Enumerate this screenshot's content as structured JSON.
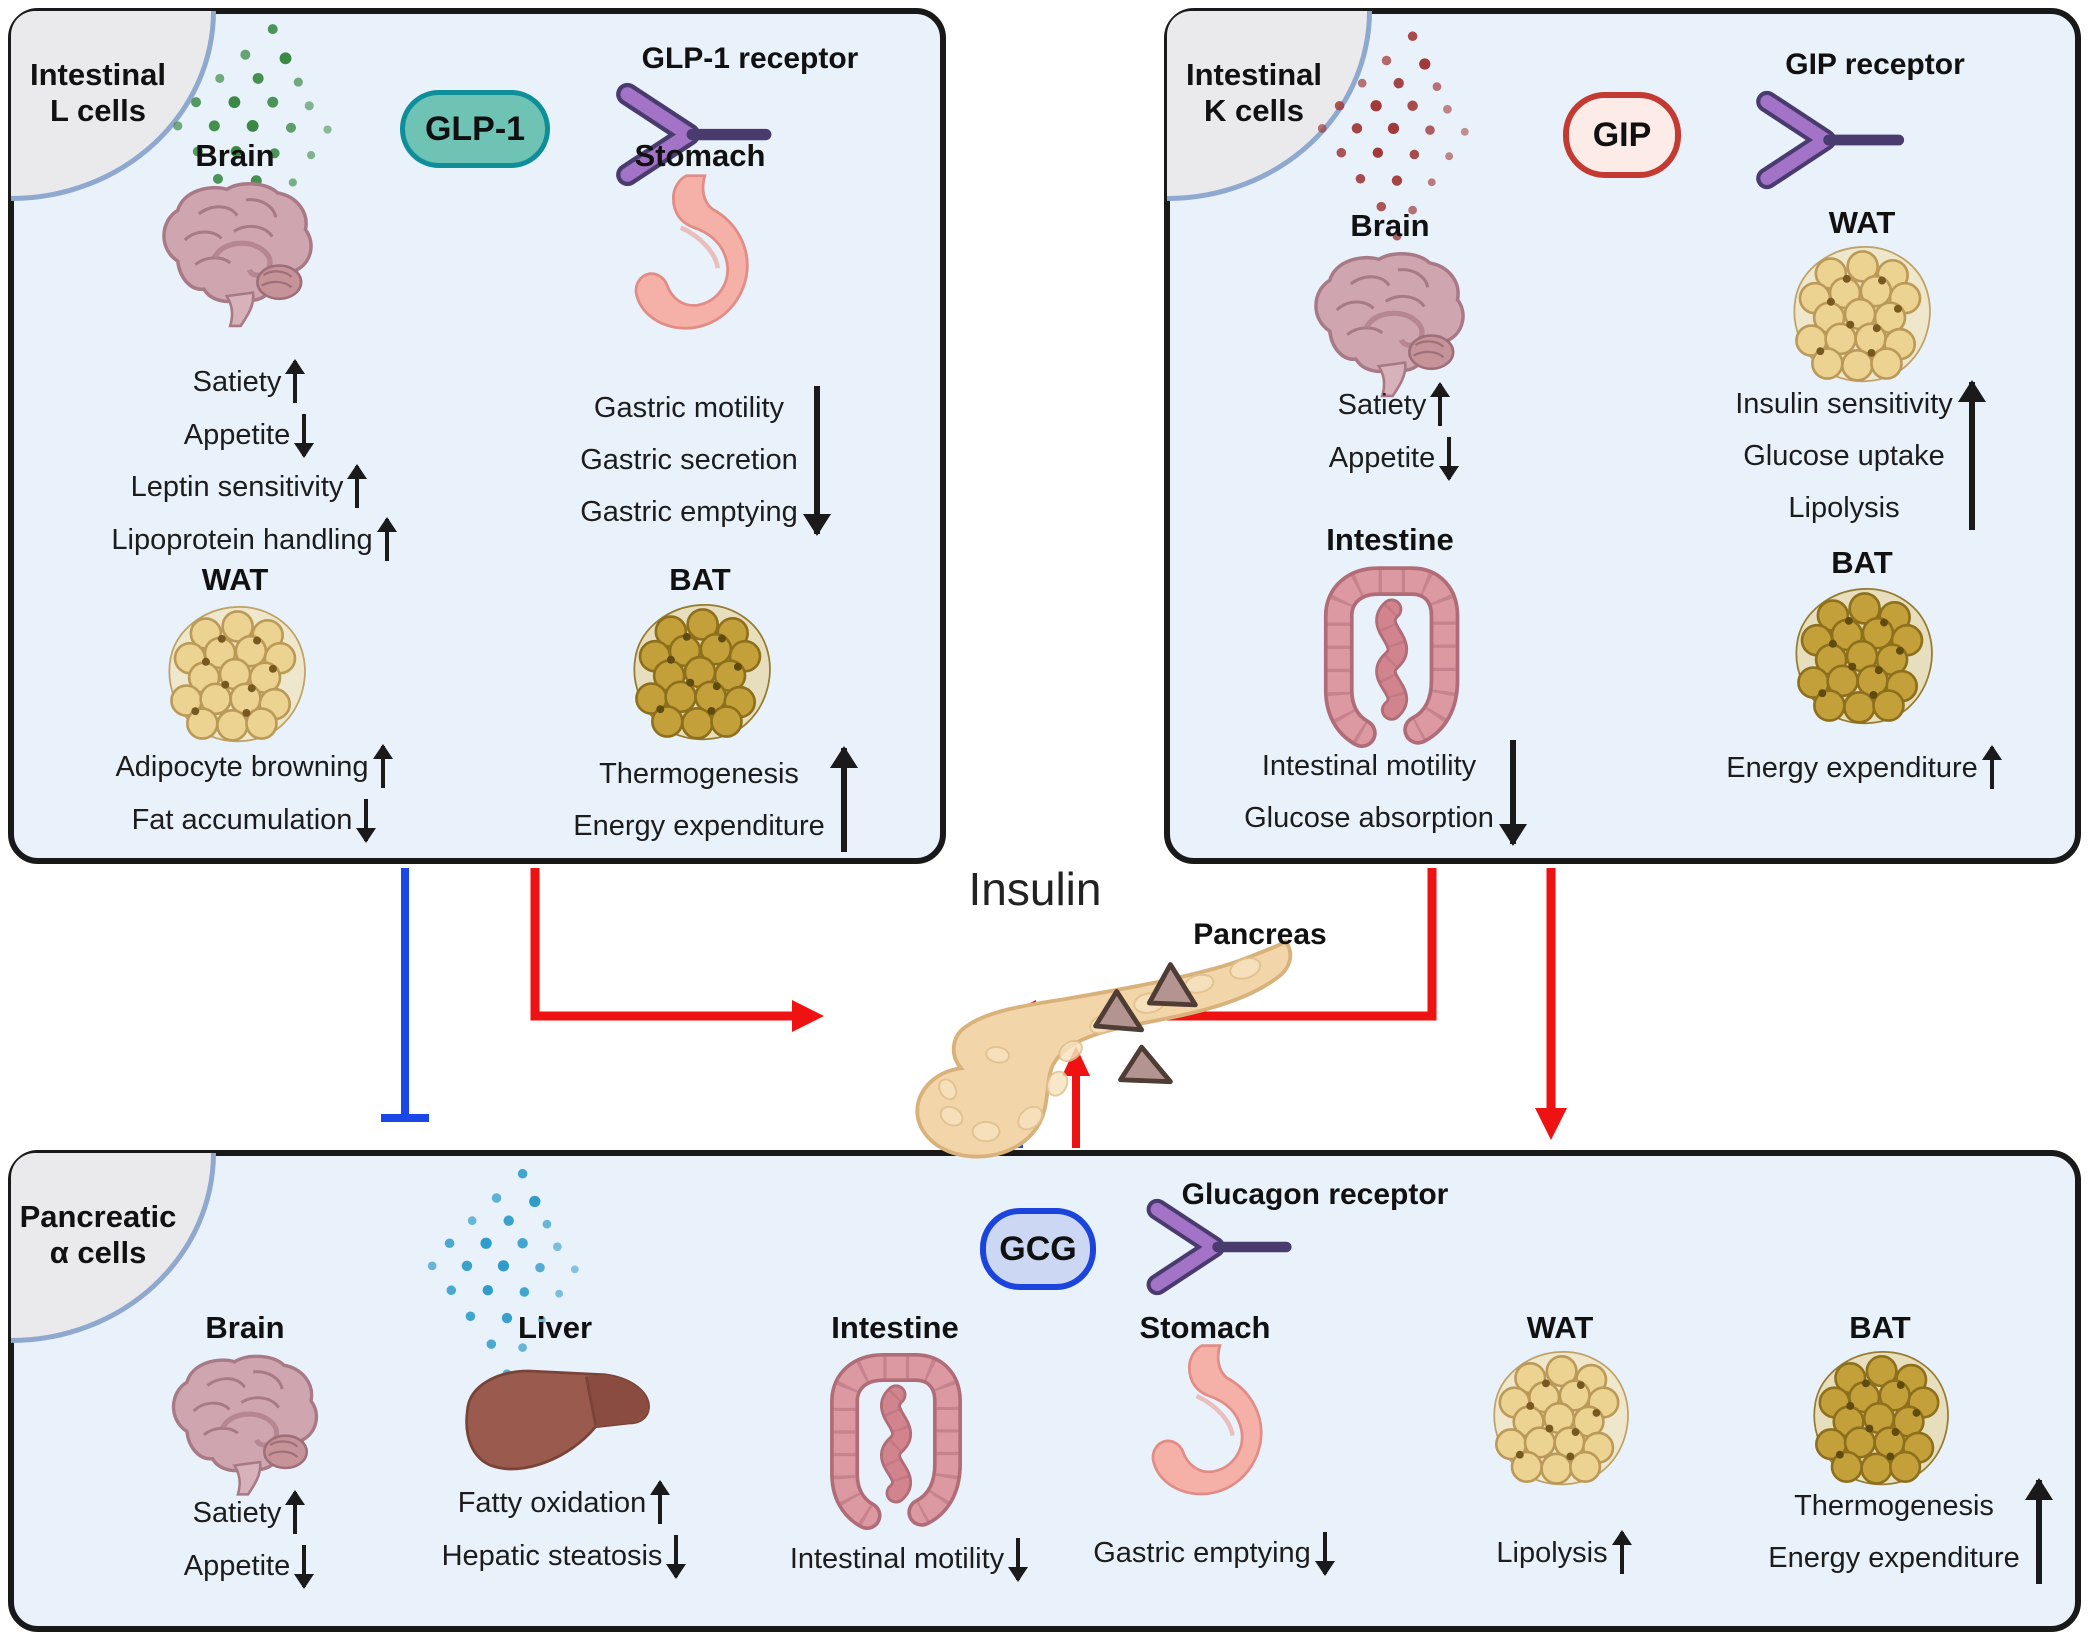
{
  "panels": {
    "glp1": {
      "badge": {
        "line1": "Intestinal",
        "line2": "L cells"
      },
      "hormone_label": "GLP-1",
      "receptor_label": "GLP-1 receptor",
      "brain": {
        "title": "Brain",
        "effects": [
          {
            "label": "Satiety",
            "dir": "up"
          },
          {
            "label": "Appetite",
            "dir": "down"
          },
          {
            "label": "Leptin sensitivity",
            "dir": "up"
          },
          {
            "label": "Lipoprotein handling",
            "dir": "up"
          }
        ]
      },
      "stomach": {
        "title": "Stomach",
        "labels": [
          "Gastric motility",
          "Gastric secretion",
          "Gastric emptying"
        ],
        "group_dir": "down"
      },
      "wat": {
        "title": "WAT",
        "effects": [
          {
            "label": "Adipocyte browning",
            "dir": "up"
          },
          {
            "label": "Fat accumulation",
            "dir": "down"
          }
        ]
      },
      "bat": {
        "title": "BAT",
        "labels": [
          "Thermogenesis",
          "Energy expenditure"
        ],
        "group_dir": "up"
      }
    },
    "gip": {
      "badge": {
        "line1": "Intestinal",
        "line2": "K cells"
      },
      "hormone_label": "GIP",
      "receptor_label": "GIP receptor",
      "brain": {
        "title": "Brain",
        "effects": [
          {
            "label": "Satiety",
            "dir": "up"
          },
          {
            "label": "Appetite",
            "dir": "down"
          }
        ]
      },
      "wat": {
        "title": "WAT",
        "labels": [
          "Insulin sensitivity",
          "Glucose uptake",
          "Lipolysis"
        ],
        "group_dir": "up"
      },
      "intestine": {
        "title": "Intestine",
        "labels": [
          "Intestinal motility",
          "Glucose absorption"
        ],
        "group_dir": "down"
      },
      "bat": {
        "title": "BAT",
        "effects": [
          {
            "label": "Energy expenditure",
            "dir": "up"
          }
        ]
      }
    },
    "gcg": {
      "badge": {
        "line1": "Pancreatic",
        "line2": "α cells"
      },
      "hormone_label": "GCG",
      "receptor_label": "Glucagon receptor",
      "brain": {
        "title": "Brain",
        "effects": [
          {
            "label": "Satiety",
            "dir": "up"
          },
          {
            "label": "Appetite",
            "dir": "down"
          }
        ]
      },
      "liver": {
        "title": "Liver",
        "effects": [
          {
            "label": "Fatty oxidation",
            "dir": "up"
          },
          {
            "label": "Hepatic steatosis",
            "dir": "down"
          }
        ]
      },
      "intestine": {
        "title": "Intestine",
        "effects": [
          {
            "label": "Intestinal motility",
            "dir": "down"
          }
        ]
      },
      "stomach": {
        "title": "Stomach",
        "effects": [
          {
            "label": "Gastric emptying",
            "dir": "down"
          }
        ]
      },
      "wat": {
        "title": "WAT",
        "effects": [
          {
            "label": "Lipolysis",
            "dir": "up"
          }
        ]
      },
      "bat": {
        "title": "BAT",
        "labels": [
          "Thermogenesis",
          "Energy expenditure"
        ],
        "group_dir": "up"
      }
    }
  },
  "middle": {
    "insulin_label": "Insulin",
    "pancreas_label": "Pancreas"
  },
  "connections": [
    {
      "from": "GLP-1 panel",
      "to": "Pancreas (Insulin)",
      "type": "stimulate",
      "color": "#ee1212"
    },
    {
      "from": "GLP-1 panel",
      "to": "GCG panel",
      "type": "inhibit",
      "color": "#1b46e8"
    },
    {
      "from": "GIP panel",
      "to": "Pancreas (Insulin)",
      "type": "stimulate",
      "color": "#ee1212"
    },
    {
      "from": "GIP panel",
      "to": "GCG panel",
      "type": "stimulate",
      "color": "#ee1212"
    },
    {
      "from": "GCG panel",
      "to": "Pancreas (Insulin)",
      "type": "stimulate",
      "color": "#ee1212"
    },
    {
      "from": "GCG panel",
      "to": "Pancreas (Insulin)",
      "type": "inhibit",
      "color": "#1b46e8"
    }
  ],
  "colors": {
    "panel_bg": "#e9f1fb",
    "panel_border": "#191919",
    "badge_bg": "#eaeaec",
    "badge_border": "#8fa8d0",
    "glp1_fill": "#6fc3b5",
    "glp1_border": "#0d8e99",
    "gip_fill": "#fcebe6",
    "gip_border": "#c23a31",
    "gcg_fill": "#ccd7f4",
    "gcg_border": "#1b44dd",
    "stimulate_red": "#ee1212",
    "inhibit_blue": "#1b46e8",
    "glp1_dots": "#3a8a46",
    "gip_dots": "#a03a3a",
    "gcg_dots": "#2f9cc9",
    "receptor_light": "#a273c7",
    "receptor_dark": "#4a3b6e"
  },
  "icons": [
    "brain-icon",
    "stomach-icon",
    "intestine-icon",
    "liver-icon",
    "wat-icon",
    "bat-icon",
    "pancreas-icon",
    "y-receptor-icon",
    "secretion-dots-icon",
    "up-arrow-icon",
    "down-arrow-icon",
    "inhibit-t-icon"
  ]
}
